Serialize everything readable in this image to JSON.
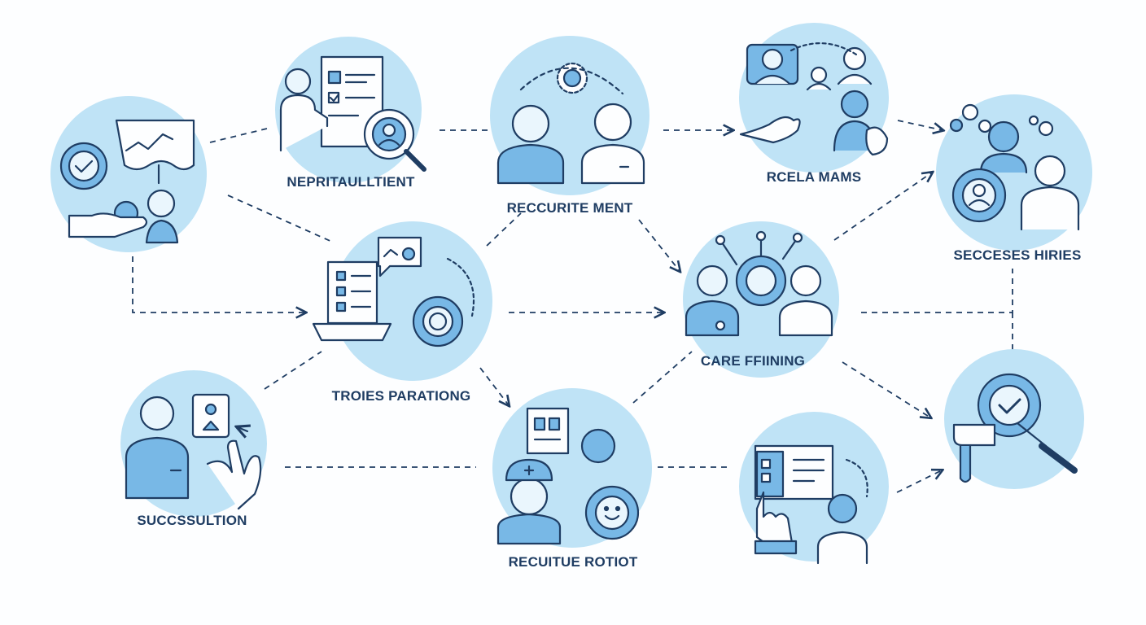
{
  "colors": {
    "circle_fill": "#bfe3f6",
    "line": "#1f3d63",
    "icon_fill": "#78b8e6",
    "label": "#1f3d63",
    "background": "#fdfeff"
  },
  "nodes": [
    {
      "key": "workflow",
      "label": "",
      "icon": "workflow-hand-icon"
    },
    {
      "key": "nepritaultient",
      "label": "NEPRITAULLTIENT",
      "icon": "resume-search-icon"
    },
    {
      "key": "recruitement",
      "label": "RECCURITE MENT",
      "icon": "two-people-gear-icon"
    },
    {
      "key": "rcela",
      "label": "RCELA MAMS",
      "icon": "team-handshake-icon"
    },
    {
      "key": "secceses",
      "label": "SECCESES HIRIES",
      "icon": "team-gear-icon"
    },
    {
      "key": "troies",
      "label": "TROIES PARATIONG",
      "icon": "checklist-gear-icon"
    },
    {
      "key": "care",
      "label": "CARE FFIINING",
      "icon": "network-people-icon"
    },
    {
      "key": "approval",
      "label": "",
      "icon": "gear-check-hammer-icon"
    },
    {
      "key": "sucess",
      "label": "SUCCSSULTION",
      "icon": "employee-badge-icon"
    },
    {
      "key": "recuitue",
      "label": "RECUITUE ROTIOT",
      "icon": "worker-smile-gear-icon"
    },
    {
      "key": "onboarding",
      "label": "",
      "icon": "document-hand-icon"
    }
  ]
}
